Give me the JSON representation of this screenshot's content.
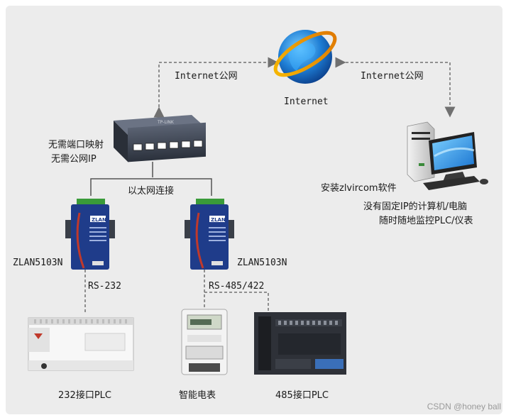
{
  "labels": {
    "internet": "Internet",
    "internet_public_left": "Internet公网",
    "internet_public_right": "Internet公网",
    "no_port_mapping": "无需端口映射",
    "no_public_ip": "无需公网IP",
    "ethernet": "以太网连接",
    "zlan_left": "ZLAN5103N",
    "zlan_right": "ZLAN5103N",
    "rs232": "RS-232",
    "rs485": "RS-485/422",
    "plc232": "232接口PLC",
    "meter": "智能电表",
    "plc485": "485接口PLC",
    "software": "安装zlvircom软件",
    "pc_line1": "没有固定IP的计算机/电脑",
    "pc_line2": "随时随地监控PLC/仪表",
    "device_brand": "ZLAN",
    "watermark": "CSDN @honey ball"
  },
  "colors": {
    "line": "#555555",
    "dashed": "#707070",
    "device_blue": "#1f3c8a",
    "switch_gray": "#3c4452",
    "terminal_green": "#3a9b3a",
    "pcb_red": "#c0392b"
  }
}
